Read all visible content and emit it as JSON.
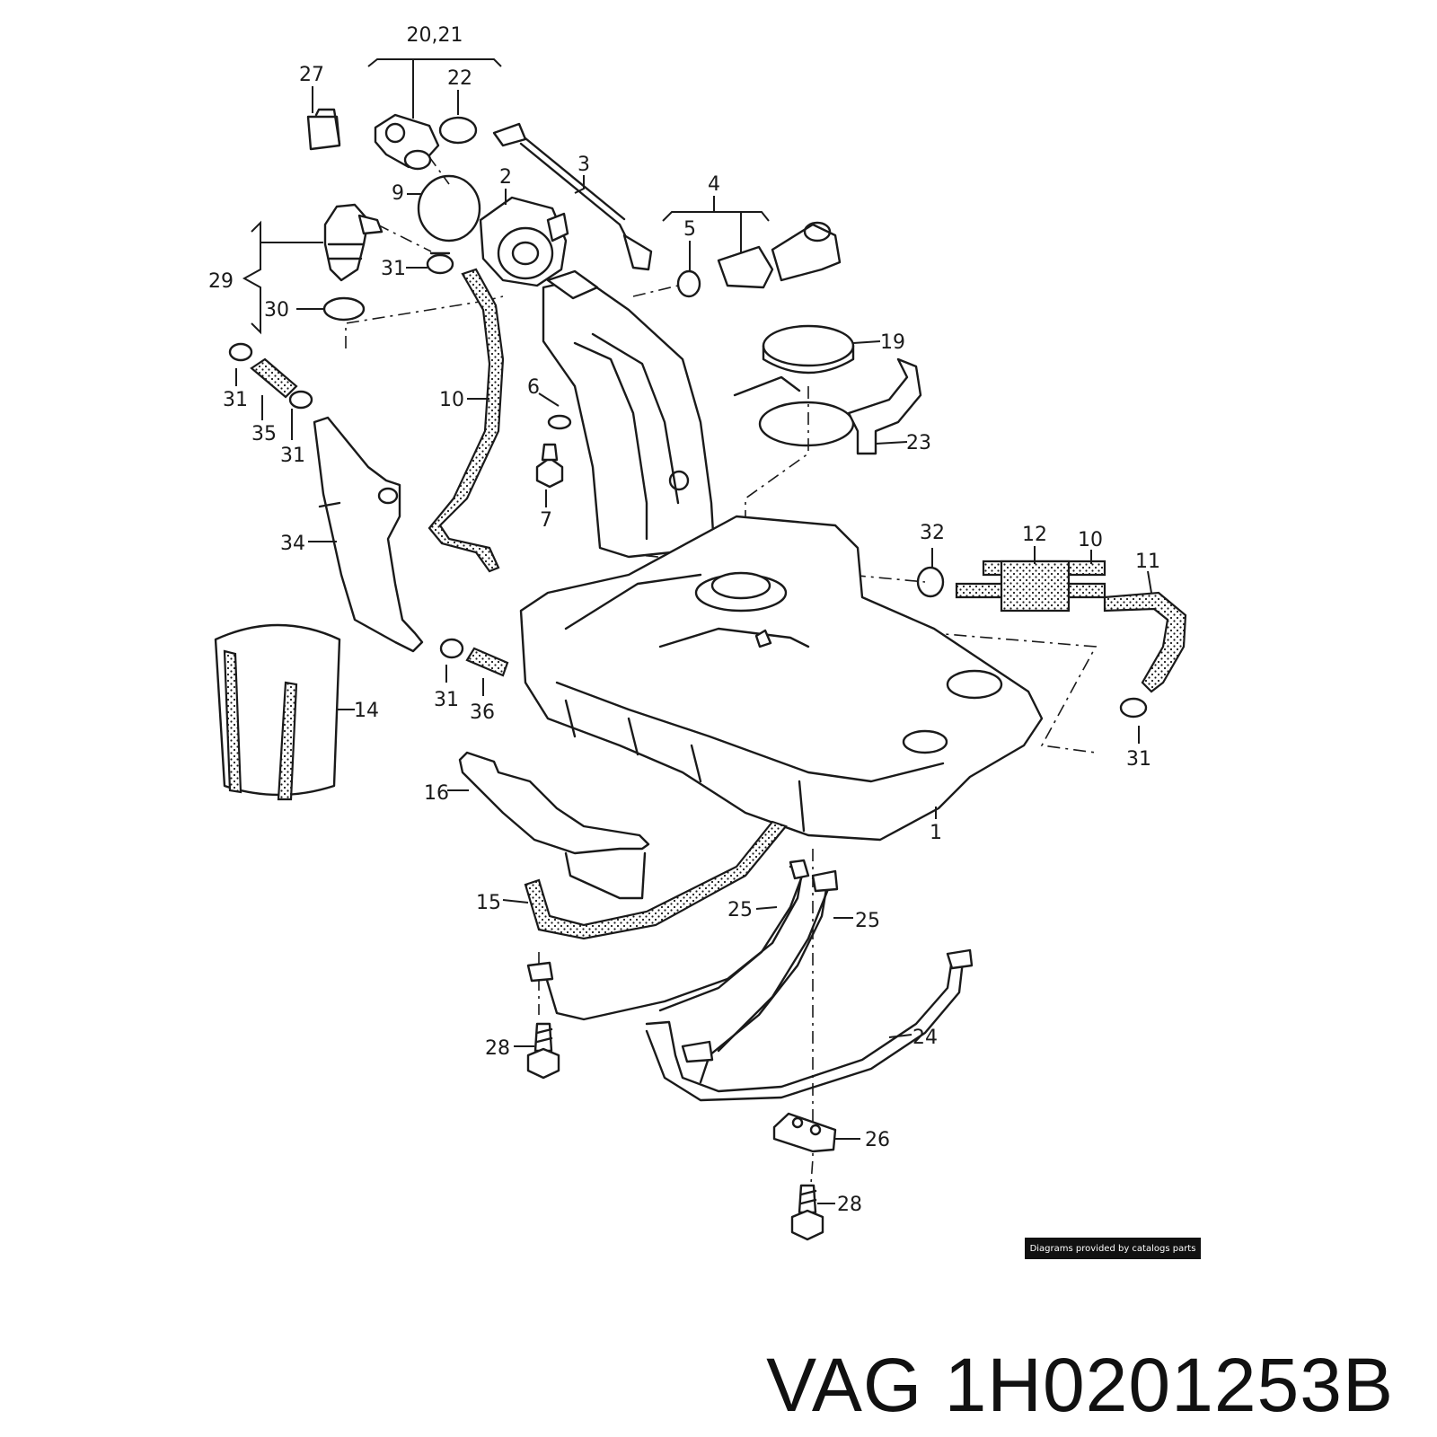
{
  "credit": "Diagrams provided by catalogs parts",
  "part_title": "VAG 1H0201253B",
  "callouts": [
    "20,21",
    "27",
    "22",
    "3",
    "2",
    "9",
    "4",
    "5",
    "29",
    "31",
    "30",
    "19",
    "10",
    "6",
    "23",
    "31",
    "35",
    "31",
    "7",
    "34",
    "32",
    "12",
    "10",
    "11",
    "14",
    "31",
    "36",
    "31",
    "16",
    "1",
    "15",
    "25",
    "25",
    "28",
    "24",
    "26",
    "28"
  ]
}
